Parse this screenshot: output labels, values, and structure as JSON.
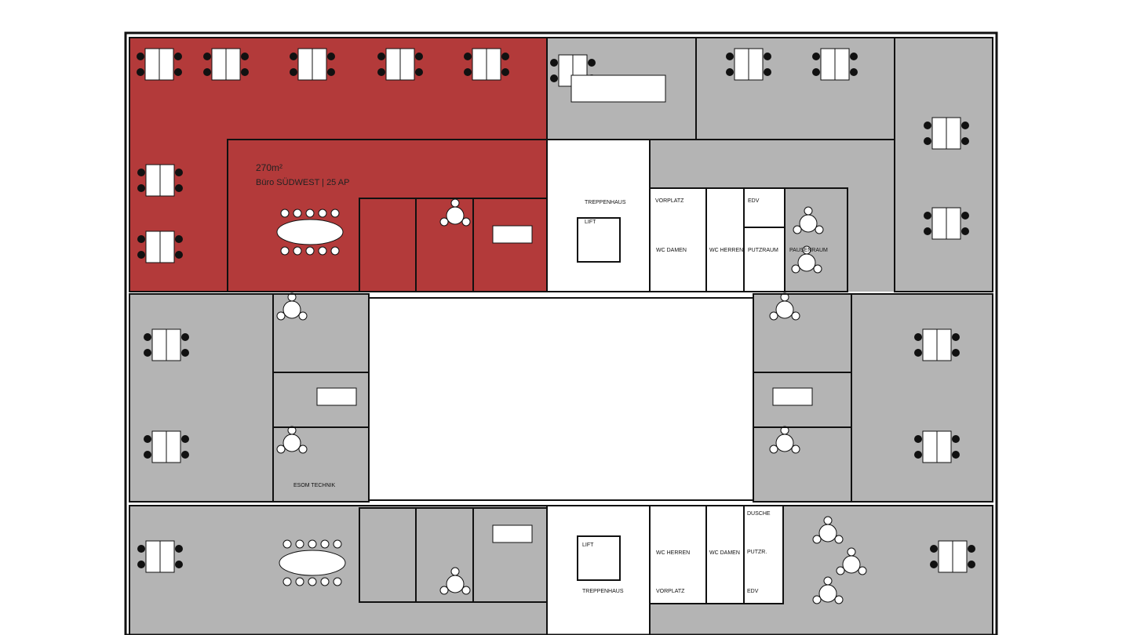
{
  "plan": {
    "highlight_color": "#b33a3a",
    "room_color": "#b4b4b4",
    "wall_color": "#111111",
    "highlight": {
      "area": "270m²",
      "name": "Büro SÜDWEST  |  25 AP"
    },
    "rooms": {
      "stair_top": "TREPPENHAUS",
      "lift_top": "LIFT",
      "vorplatz_top": "VORPLATZ",
      "edv_top": "EDV",
      "wc_damen_top": "WC DAMEN",
      "wc_herren_top": "WC HERREN",
      "putzraum_top": "PUTZRAUM",
      "pausenraum": "PAUSENRAUM",
      "esom_technik": "ESOM TECHNIK",
      "lift_bottom": "LIFT",
      "stair_bottom": "TREPPENHAUS",
      "wc_herren_bottom": "WC HERREN",
      "wc_damen_bottom": "WC DAMEN",
      "dusche": "DUSCHE",
      "putzr_bottom": "PUTZR.",
      "vorplatz_bottom": "VORPLATZ",
      "edv_bottom": "EDV"
    }
  }
}
